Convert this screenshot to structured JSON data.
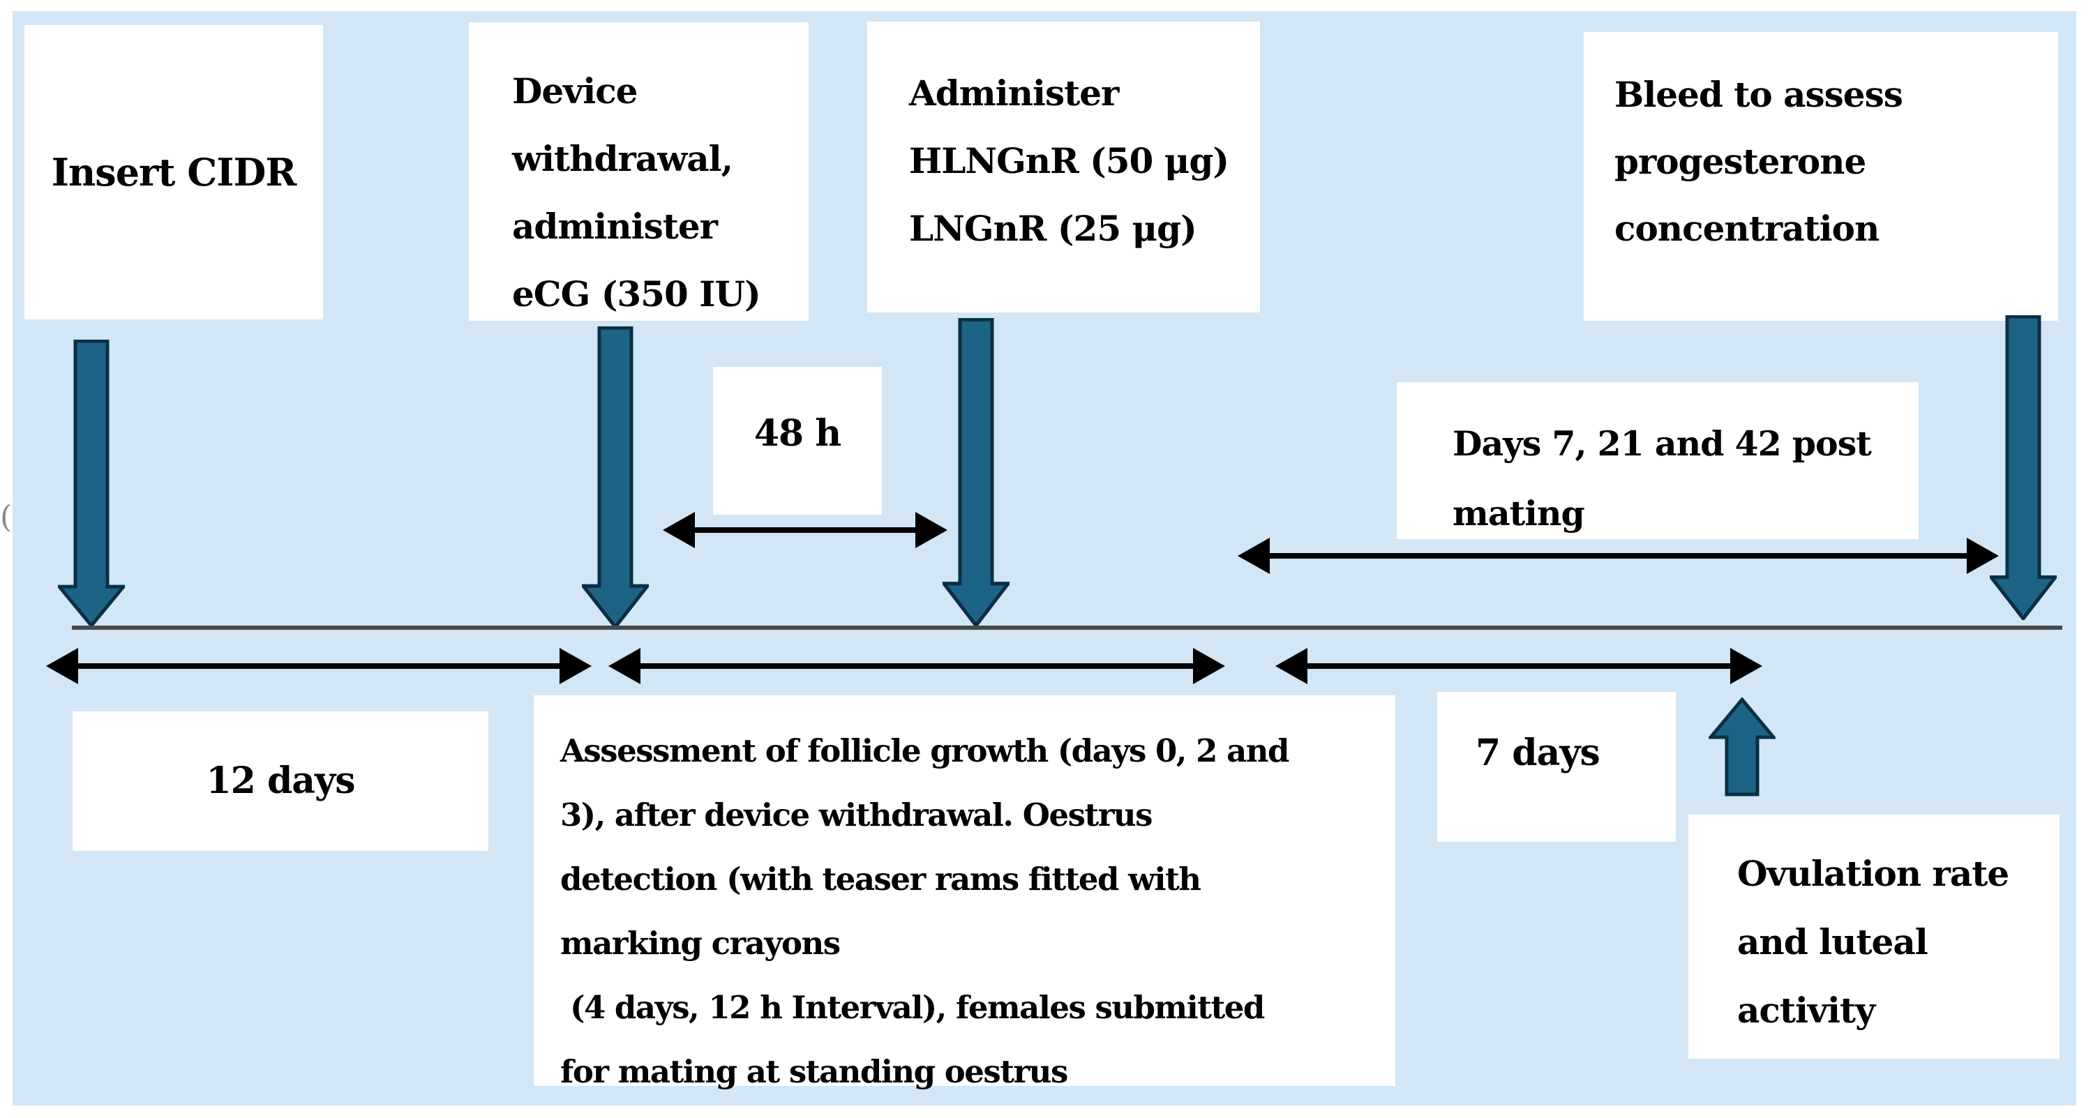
{
  "figure": {
    "type": "experimental-protocol-timeline",
    "colors": {
      "background": "#d2e6f5",
      "box_fill": "#ffffff",
      "teal_arrow_fill": "#1d6385",
      "teal_arrow_stroke": "#0a2f44",
      "black_arrow": "#000000",
      "timeline_line": "#4a4a4a",
      "text": "#000000"
    },
    "boxes": {
      "insert_cidr": {
        "text": "Insert CIDR"
      },
      "device_withdrawal": {
        "text": "Device\nwithdrawal,\nadminister\neCG (350 IU)"
      },
      "administer_gnrh": {
        "text": "Administer\nHLNGnR (50 μg)\nLNGnR (25 μg)"
      },
      "bleed_progesterone": {
        "text": "Bleed to assess\nprogesterone\nconcentration"
      },
      "interval_48h": {
        "text": "48 h"
      },
      "days_post_mating": {
        "text": "Days 7, 21 and 42 post\nmating"
      },
      "interval_12_days": {
        "text": "12 days"
      },
      "assessment": {
        "text": "Assessment of follicle growth (days 0, 2 and\n3), after device withdrawal. Oestrus\ndetection (with teaser rams fitted with\nmarking crayons\n (4 days, 12 h Interval), females submitted\nfor mating at standing oestrus"
      },
      "interval_7_days": {
        "text": "7 days"
      },
      "ovulation_rate": {
        "text": "Ovulation rate\nand luteal\nactivity"
      }
    },
    "artifact": {
      "left_margin_mark": "("
    }
  }
}
